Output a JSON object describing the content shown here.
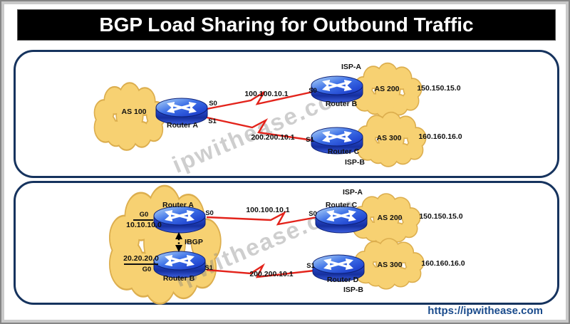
{
  "title": "BGP Load Sharing for Outbound Traffic",
  "watermark_text": "ipwithease.com",
  "footer": {
    "url_label": "https://ipwithease.com"
  },
  "colors": {
    "panel_border": "#16335e",
    "link_red": "#e3231b",
    "cloud_fill": "#f7d172",
    "cloud_edge": "#dcae4e",
    "router_blue": "#1d3ecf",
    "title_bg": "#000000",
    "url_blue": "#1a4b8c"
  },
  "panel_top": {
    "local_as": {
      "as_label": "AS 100",
      "router": {
        "name": "Router A",
        "if_top": "S0",
        "if_bottom": "S1"
      }
    },
    "links": {
      "top_ip": "100.100.10.1",
      "bottom_ip": "200.200.10.1"
    },
    "isp_a": {
      "name": "ISP-A",
      "router": "Router B",
      "iface": "S0",
      "as_label": "AS 200",
      "network": "150.150.15.0"
    },
    "isp_b": {
      "name": "ISP-B",
      "router": "Router C",
      "iface": "S1",
      "as_label": "AS 300",
      "network": "160.160.16.0"
    }
  },
  "panel_bottom": {
    "local_as": {
      "router_a": {
        "name": "Router A",
        "wan_if": "S0",
        "lan_if": "G0",
        "lan_net": "10.10.10.0"
      },
      "router_b": {
        "name": "Router B",
        "wan_if": "S1",
        "lan_if": "G0",
        "lan_net": "20.20.20.0"
      },
      "ibgp": "IBGP"
    },
    "links": {
      "top_ip": "100.100.10.1",
      "bottom_ip": "200.200.10.1"
    },
    "isp_a": {
      "name": "ISP-A",
      "router": "Router C",
      "iface": "S0",
      "as_label": "AS 200",
      "network": "150.150.15.0"
    },
    "isp_b": {
      "name": "ISP-B",
      "router": "Router D",
      "iface": "S1",
      "as_label": "AS 300",
      "network": "160.160.16.0"
    }
  }
}
